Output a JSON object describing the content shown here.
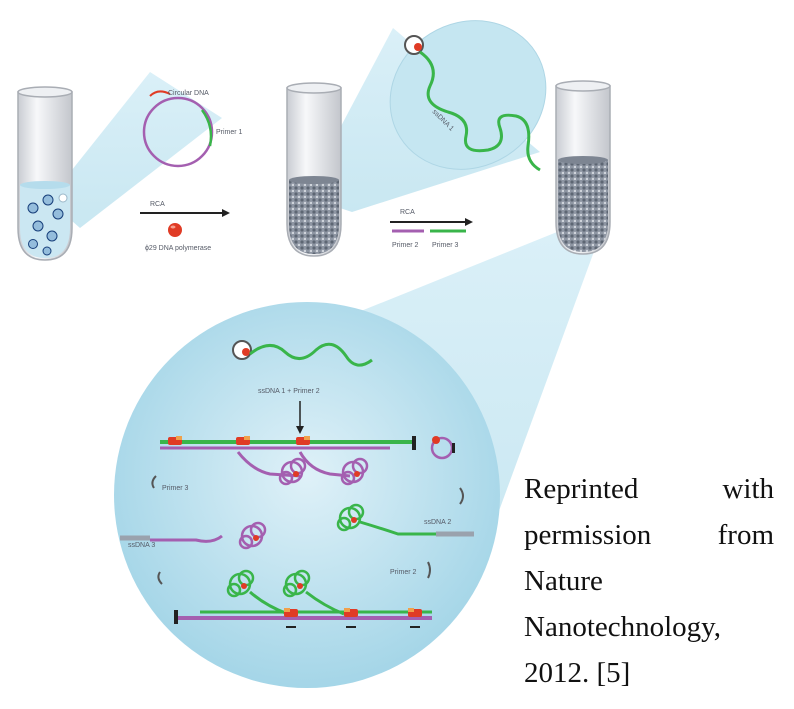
{
  "diagram": {
    "top": {
      "circular_dna_label": "Circular DNA",
      "primer1_label": "Primer 1",
      "rca_label": "RCA",
      "rca_enzyme_label": "ϕ29 DNA polymerase",
      "ssdna1_label": "ssDNA 1",
      "primer2_label": "Primer 2",
      "primer3_label": "Primer 3"
    },
    "circle": {
      "ssdna1_primer2_label": "ssDNA 1 + Primer 2",
      "primer3_label": "Primer 3",
      "ssdna2_label": "ssDNA 2",
      "ssdna3_label": "ssDNA 3",
      "primer2_label": "Primer 2"
    },
    "colors": {
      "sky": "#bfe3ef",
      "liquid": "#cbe7f2",
      "dna_green": "#39b54a",
      "dna_purple": "#a45fb0",
      "red": "#e03b25",
      "orange": "#f0a04b"
    }
  },
  "caption": {
    "line1_left": "Reprinted",
    "line1_right": "with",
    "line2_left": "permission",
    "line2_right": "from",
    "line3": "Nature",
    "line4": "Nanotechnology,",
    "line5": "2012. [5]"
  }
}
